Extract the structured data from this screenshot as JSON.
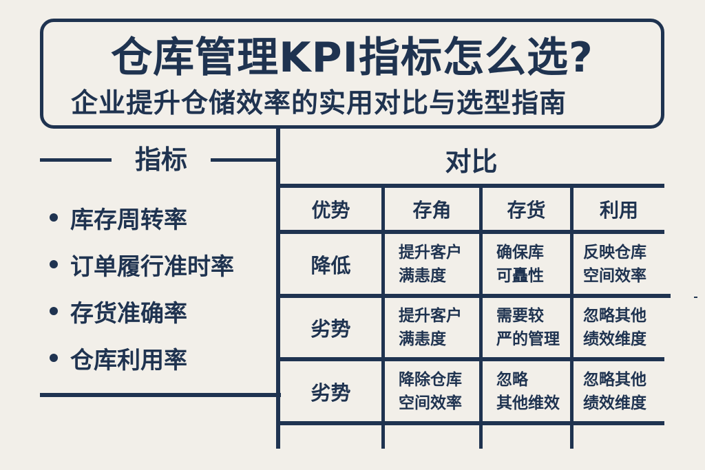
{
  "title": {
    "main": "仓库管理KPI指标怎么选?",
    "subtitle": "企业提升仓储效率的实用对比与选型指南"
  },
  "left_panel": {
    "heading": "指标",
    "items": [
      "库存周转率",
      "订单履行准时率",
      "存货准确率",
      "仓库利用率"
    ]
  },
  "right_panel": {
    "heading": "对比",
    "table": {
      "headers": [
        "优势",
        "存角",
        "存货",
        "利用"
      ],
      "rows": [
        {
          "label": "降低",
          "cells": [
            "提升客户\n满恚度",
            "确保库\n可矗性",
            "反映仓库\n空间效率"
          ]
        },
        {
          "label": "劣势",
          "cells": [
            "提升客户\n满恚度",
            "需要较\n严的管理",
            "忽略其他\n绩效维度"
          ]
        },
        {
          "label": "劣势",
          "cells": [
            "降除仓库\n空间效率",
            "忽略\n其他维效",
            "忽略其他\n绩效维度"
          ]
        },
        {
          "label": "",
          "cells": [
            "",
            "",
            ""
          ]
        }
      ]
    }
  },
  "colors": {
    "background": "#f2efe9",
    "ink": "#1f3350"
  }
}
